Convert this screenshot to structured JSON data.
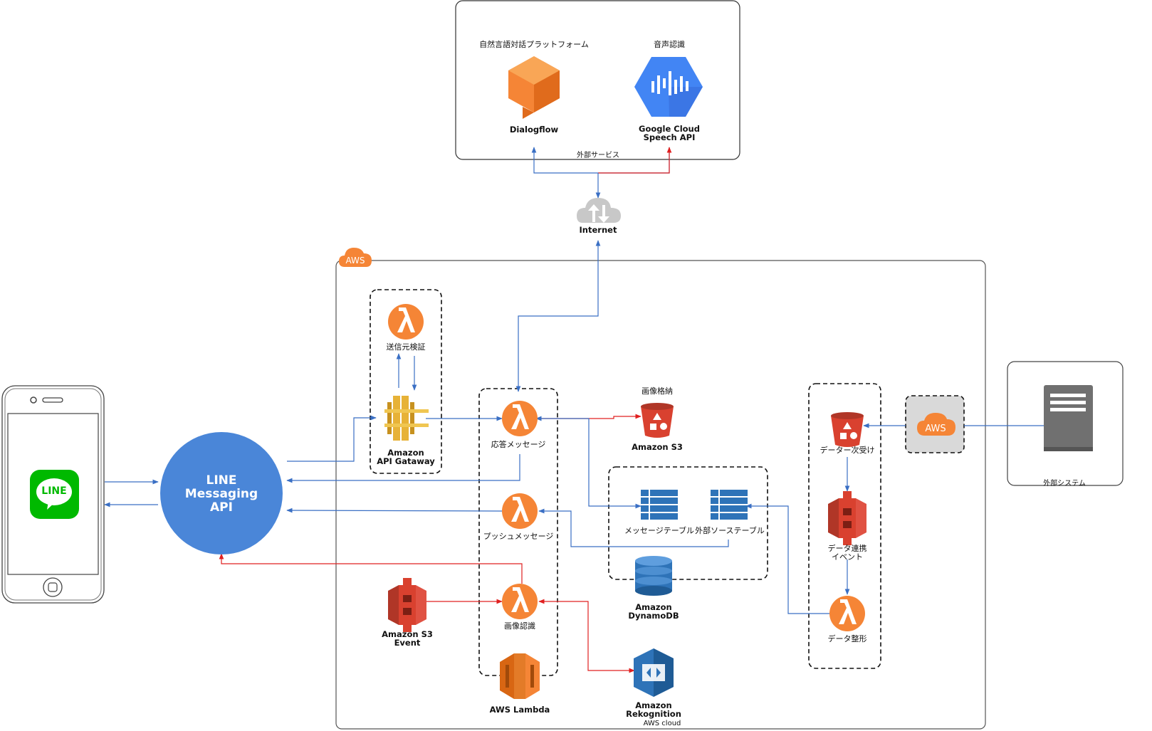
{
  "external_services": {
    "caption": "外部サービス",
    "dialogflow_heading": "自然言語対話プラットフォーム",
    "dialogflow_label": "Dialogflow",
    "speech_heading": "音声認識",
    "speech_label": "Google Cloud\nSpeech API"
  },
  "internet_label": "Internet",
  "aws": {
    "badge": "AWS",
    "caption": "AWS cloud",
    "verify_label": "送信元検証",
    "api_gateway_label": "Amazon\nAPI Gataway",
    "reply_label": "応答メッセージ",
    "push_label": "プッシュメッセージ",
    "image_recog_label": "画像認識",
    "lambda_label": "AWS Lambda",
    "s3_event_label": "Amazon S3\nEvent",
    "image_store_heading": "画像格納",
    "s3_label": "Amazon S3",
    "message_table_label": "メッセージテーブル",
    "external_source_table_label": "外部ソーステーブル",
    "dynamodb_label": "Amazon\nDynamoDB",
    "rekognition_label": "Amazon\nRekognition",
    "data_receive_label": "データー次受け",
    "data_link_event_label": "データ連携\nイベント",
    "data_format_label": "データ整形",
    "aws_chip": "AWS"
  },
  "line_api_label": "LINE\nMessaging\nAPI",
  "line_app_label": "LINE",
  "external_system_caption": "外部システム",
  "colors": {
    "blue_arrow": "#3a6fc4",
    "red_arrow": "#e02020",
    "aws_orange": "#f58536",
    "aws_red": "#d9412f",
    "dynamo_blue": "#2e73b8",
    "line_green": "#00b900",
    "line_api_blue": "#4a86d8",
    "gcp_blue": "#4285f4"
  }
}
